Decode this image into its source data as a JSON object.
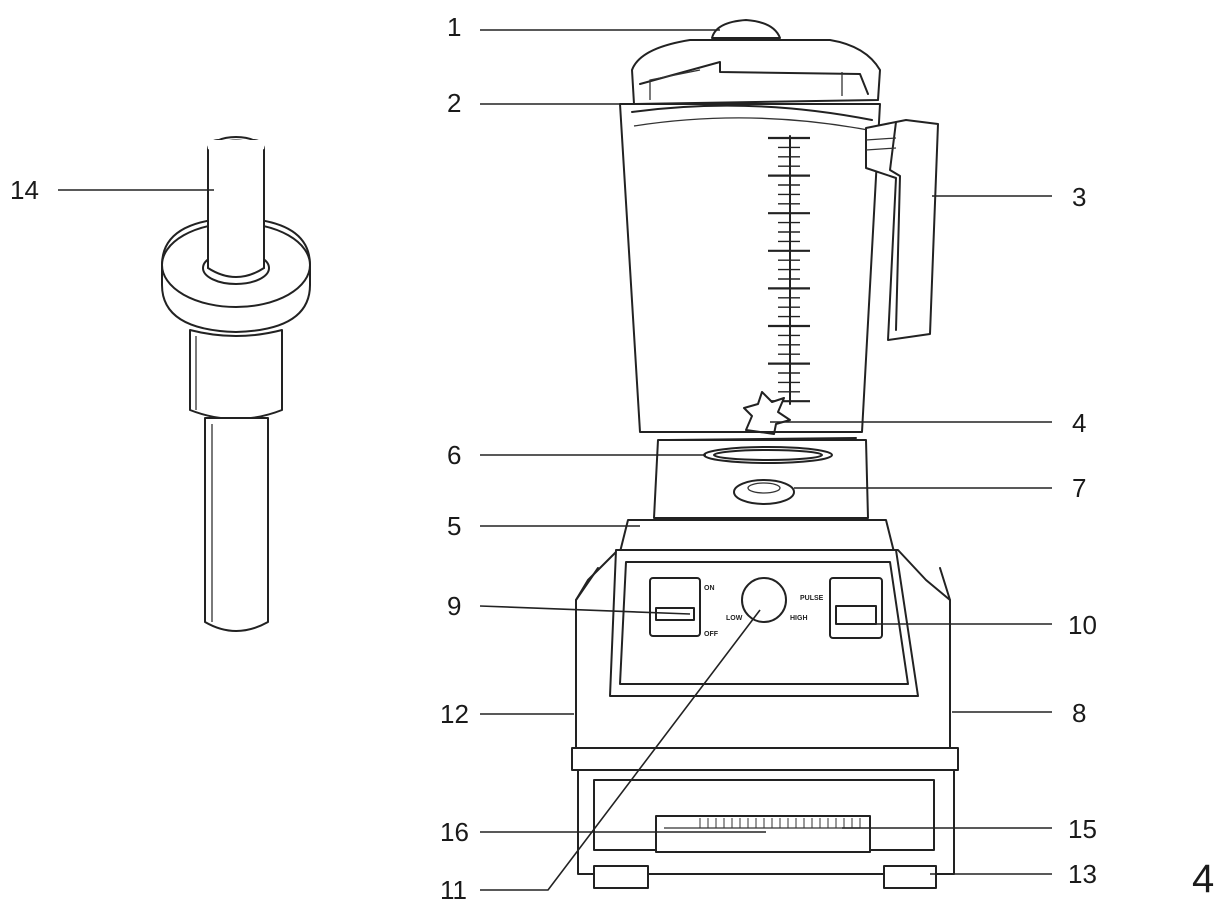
{
  "diagram": {
    "callouts": [
      {
        "id": "1",
        "label": "1"
      },
      {
        "id": "2",
        "label": "2"
      },
      {
        "id": "3",
        "label": "3"
      },
      {
        "id": "4",
        "label": "4"
      },
      {
        "id": "5",
        "label": "5"
      },
      {
        "id": "6",
        "label": "6"
      },
      {
        "id": "7",
        "label": "7"
      },
      {
        "id": "8",
        "label": "8"
      },
      {
        "id": "9",
        "label": "9"
      },
      {
        "id": "10",
        "label": "10"
      },
      {
        "id": "11",
        "label": "11"
      },
      {
        "id": "12",
        "label": "12"
      },
      {
        "id": "13",
        "label": "13"
      },
      {
        "id": "14",
        "label": "14"
      },
      {
        "id": "15",
        "label": "15"
      },
      {
        "id": "16",
        "label": "16"
      }
    ],
    "panel_text": {
      "on": "ON",
      "off": "OFF",
      "low": "LOW",
      "high": "HIGH",
      "pulse": "PULSE"
    },
    "page_number": "4"
  }
}
